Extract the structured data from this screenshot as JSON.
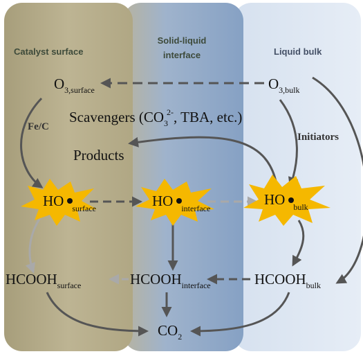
{
  "columns": {
    "catalyst": "Catalyst surface",
    "interface_line1": "Solid-liquid",
    "interface_line2": "interface",
    "bulk": "Liquid bulk"
  },
  "species": {
    "o3_surface": {
      "main": "O",
      "sub": "3,surface"
    },
    "o3_bulk": {
      "main": "O",
      "sub": "3,bulk"
    },
    "ho_surface": {
      "main": "HO",
      "sub": "surface"
    },
    "ho_interface": {
      "main": "HO",
      "sub": "interface"
    },
    "ho_bulk": {
      "main": "HO",
      "sub": "bulk"
    },
    "hcooh_surface": {
      "main": "HCOOH",
      "sub": "surface"
    },
    "hcooh_interface": {
      "main": "HCOOH",
      "sub": "interface"
    },
    "hcooh_bulk": {
      "main": "HCOOH",
      "sub": "bulk"
    },
    "co2": {
      "main": "CO",
      "sub": "2"
    }
  },
  "labels": {
    "fe_c": "Fe/C",
    "initiators": "Initiators",
    "products": "Products",
    "scavengers_a": "Scavengers (CO",
    "scavengers_sub": "3",
    "scavengers_sup": "2-",
    "scavengers_b": ", TBA, etc.)"
  },
  "colors": {
    "catalyst_column": "#b1a886",
    "interface_column": "#91a9c8",
    "bulk_column": "#dfe8f3",
    "burst": "#f5b800",
    "arrow_dark": "#555555",
    "arrow_light": "#a9a9a9"
  }
}
